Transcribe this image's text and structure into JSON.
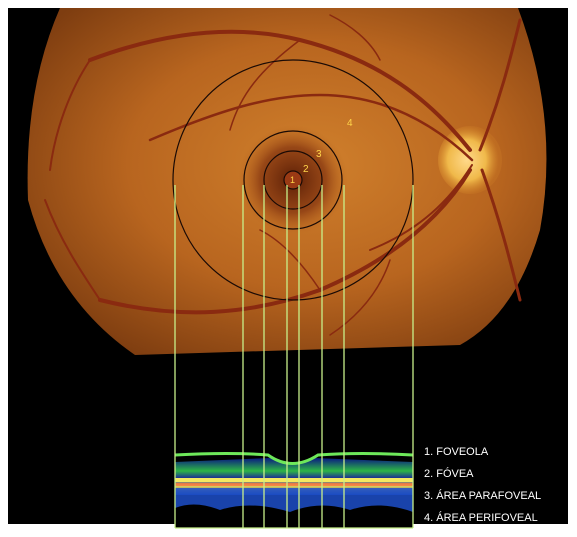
{
  "figure": {
    "zone_markers": [
      "1",
      "2",
      "3",
      "4"
    ],
    "legend": [
      "1. FOVEOLA",
      "2. FÓVEA",
      "3. ÁREA PARAFOVEAL",
      "4. ÁREA PERIFOVEAL"
    ]
  },
  "colors": {
    "frame_background": "#000000",
    "fundus": "#b8651f",
    "optic_disc": "#f0b94a",
    "macula": "#7a2e0c",
    "zone_number": "#ffd54a",
    "projection_line": "#c8f08a",
    "oct_scan_band": "#3cc24a",
    "legend_text": "#ffffff"
  }
}
